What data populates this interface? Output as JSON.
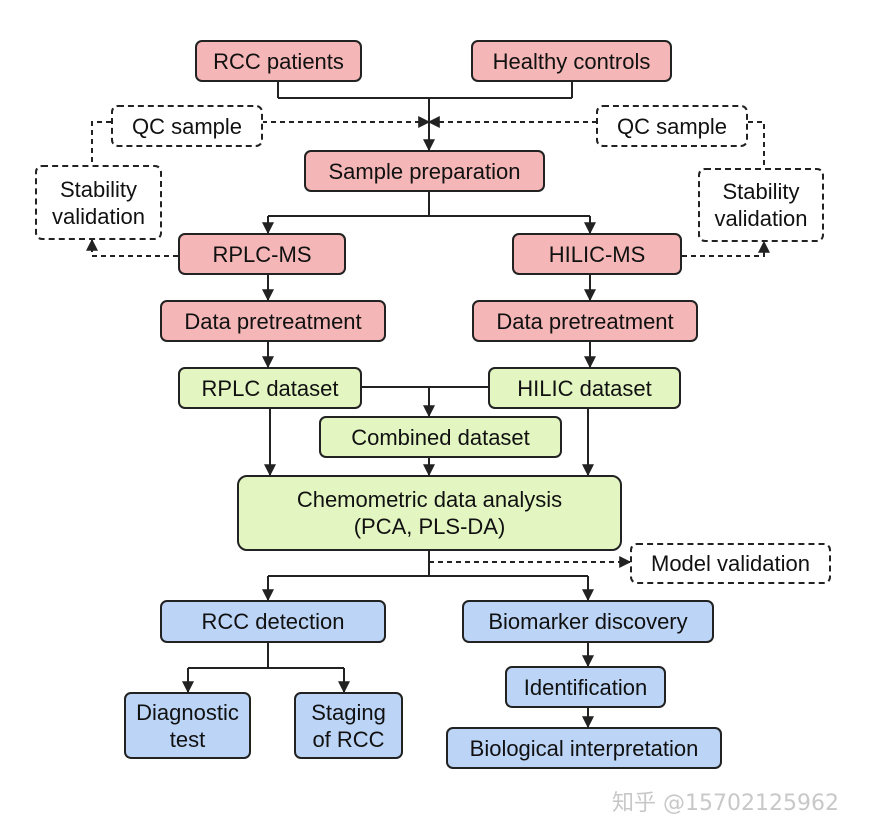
{
  "nodes": {
    "rcc_patients": "RCC patients",
    "healthy_controls": "Healthy controls",
    "qc_sample_left": "QC sample",
    "qc_sample_right": "QC sample",
    "stability_left": "Stability\nvalidation",
    "stability_right": "Stability\nvalidation",
    "sample_preparation": "Sample preparation",
    "rplc_ms": "RPLC-MS",
    "hilic_ms": "HILIC-MS",
    "data_pretreatment_left": "Data pretreatment",
    "data_pretreatment_right": "Data pretreatment",
    "rplc_dataset": "RPLC dataset",
    "hilic_dataset": "HILIC dataset",
    "combined_dataset": "Combined dataset",
    "chemometric": "Chemometric data analysis\n(PCA, PLS-DA)",
    "model_validation": "Model validation",
    "rcc_detection": "RCC detection",
    "biomarker_discovery": "Biomarker discovery",
    "diagnostic_test": "Diagnostic\ntest",
    "staging": "Staging\nof RCC",
    "identification": "Identification",
    "biological_interpretation": "Biological interpretation"
  },
  "watermark": "知乎 @15702125962",
  "colors": {
    "sample_stage": "#f4b6b6",
    "data_stage": "#e3f6c2",
    "result_stage": "#bcd4f6",
    "line": "#222222"
  }
}
